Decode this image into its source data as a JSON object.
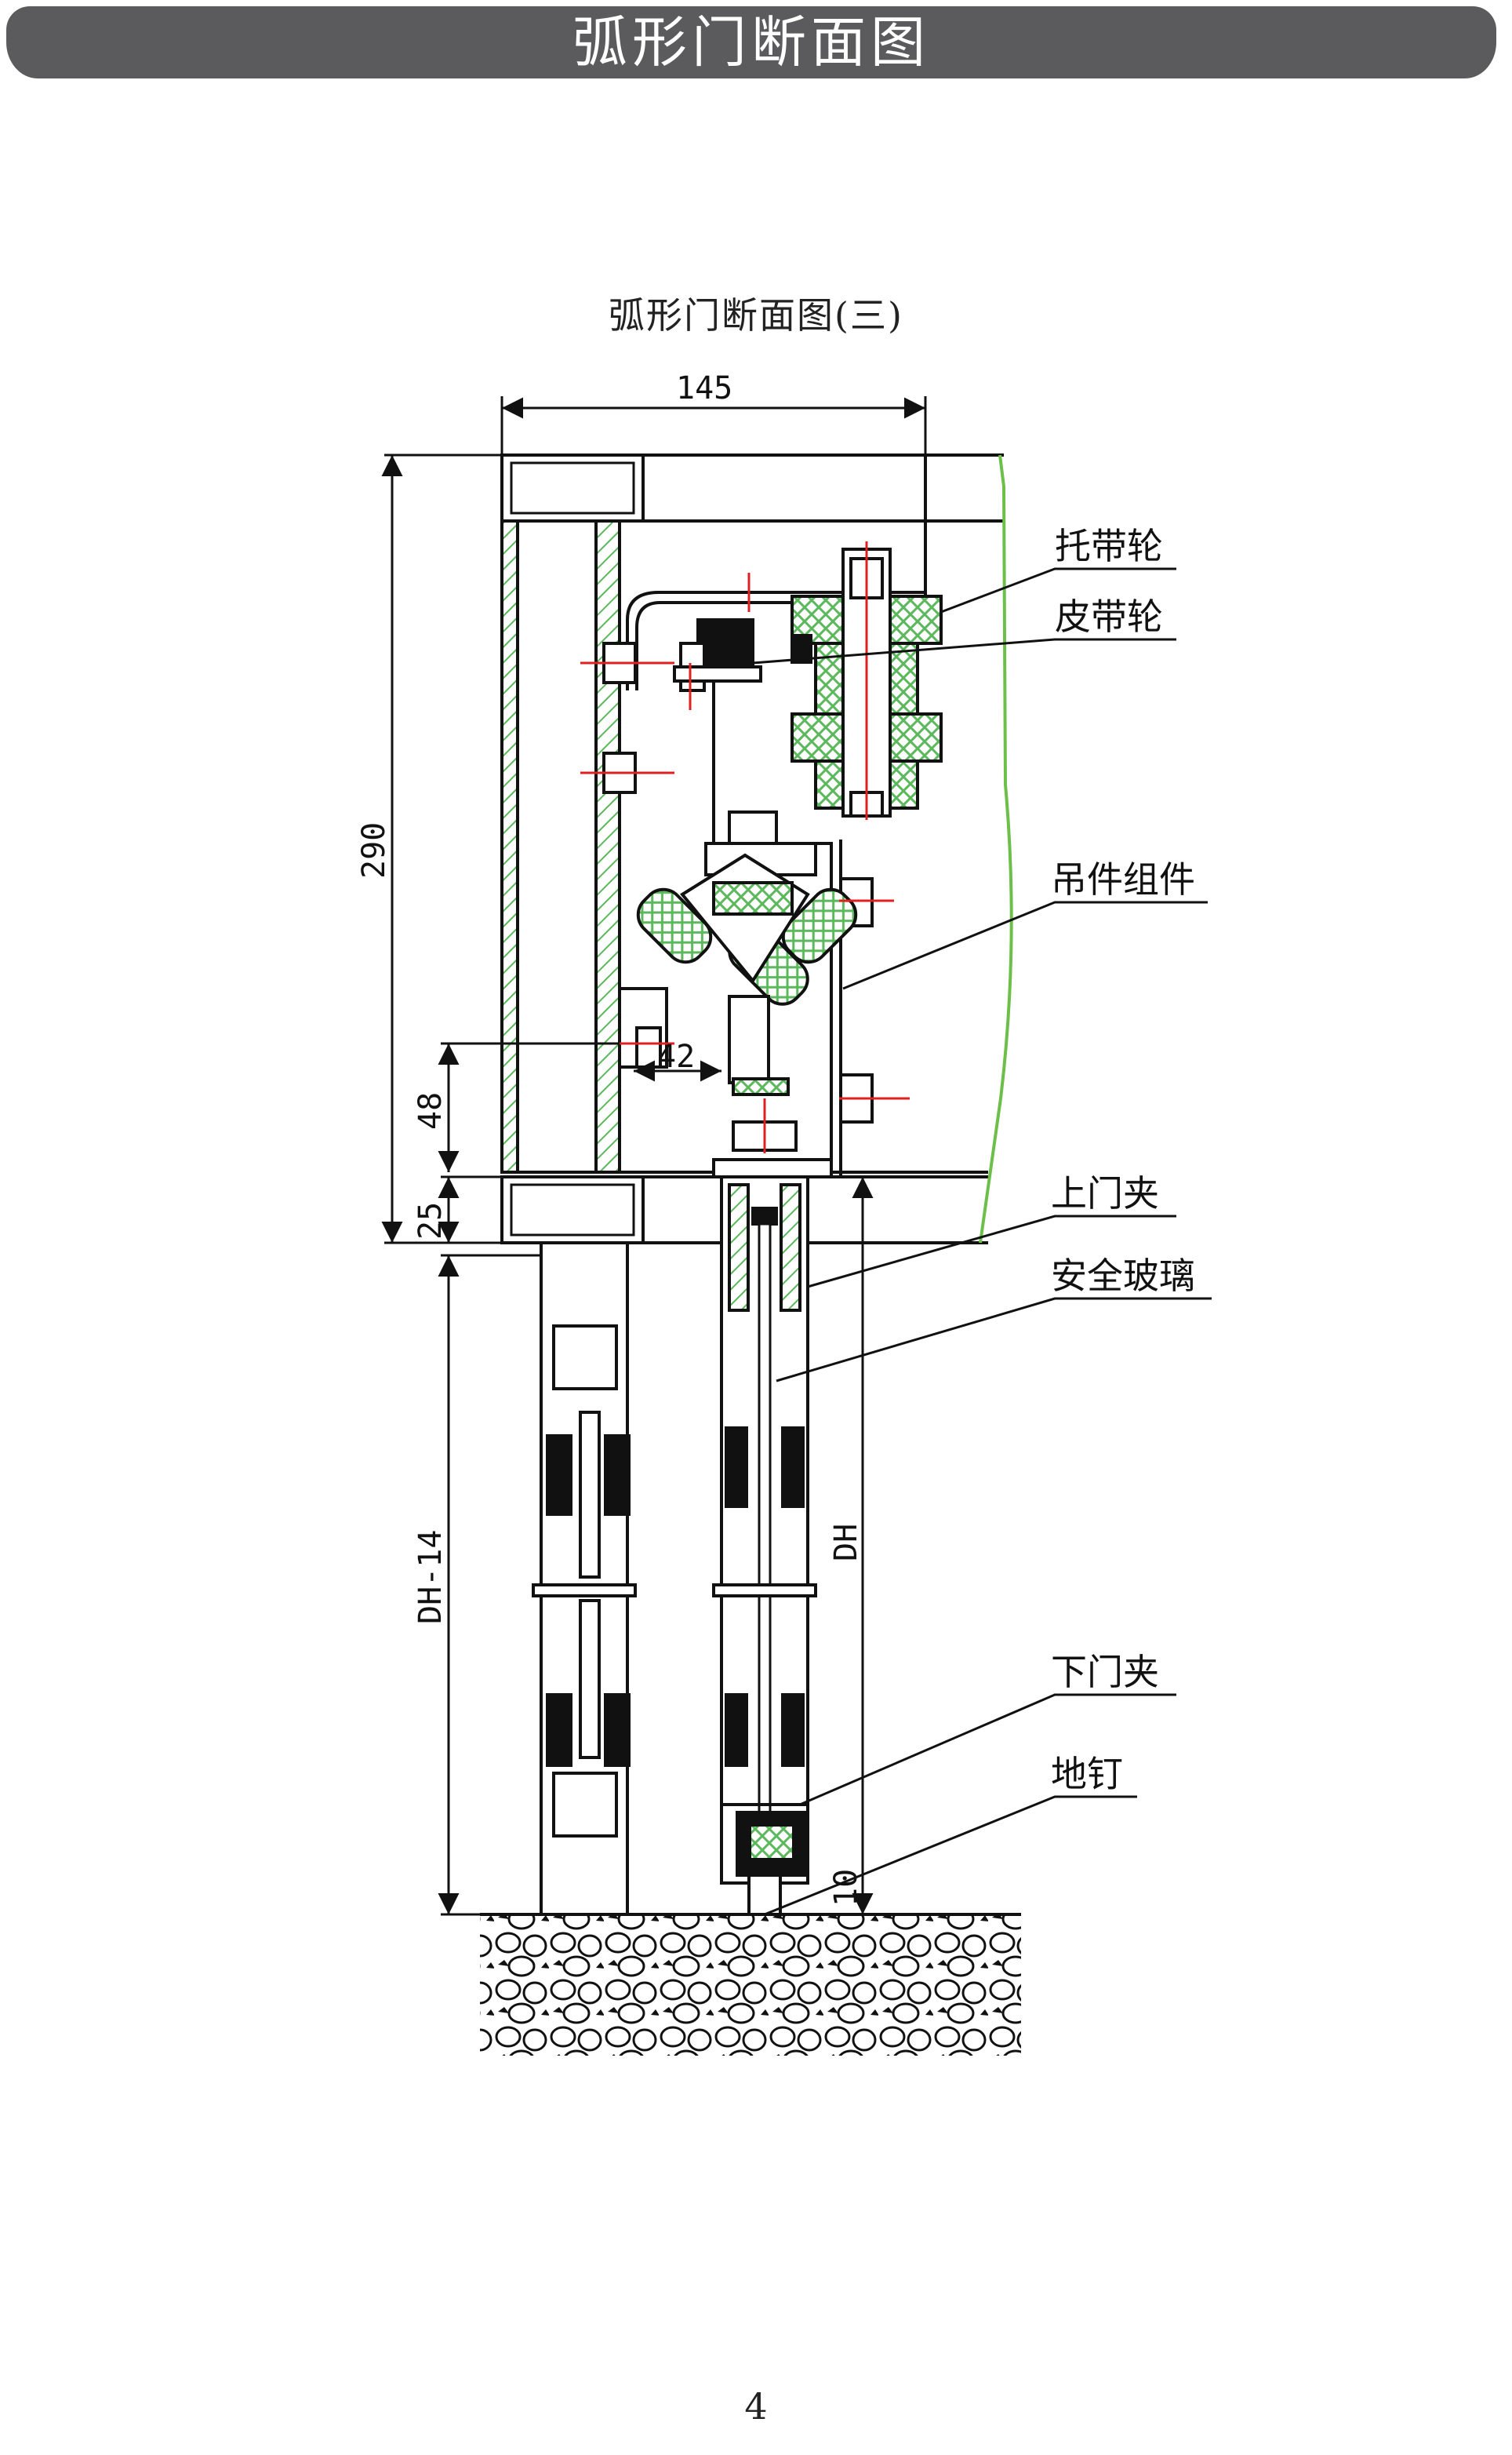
{
  "header": {
    "title": "弧形门断面图"
  },
  "diagram": {
    "title": "弧形门断面图(三)",
    "dimensions": {
      "width_top": "145",
      "height_total": "290",
      "height_48": "48",
      "height_25": "25",
      "offset_42": "42",
      "door_height_minus": "DH-14",
      "door_height": "DH",
      "floor_10": "10"
    },
    "callouts": [
      {
        "label": "托带轮"
      },
      {
        "label": "皮带轮"
      },
      {
        "label": "吊件组件"
      },
      {
        "label": "上门夹"
      },
      {
        "label": "安全玻璃"
      },
      {
        "label": "下门夹"
      },
      {
        "label": "地钉"
      }
    ],
    "colors": {
      "line": "#111111",
      "hatch": "#5cb85c",
      "center": "#e02020"
    }
  },
  "footer": {
    "page_number": "4"
  }
}
